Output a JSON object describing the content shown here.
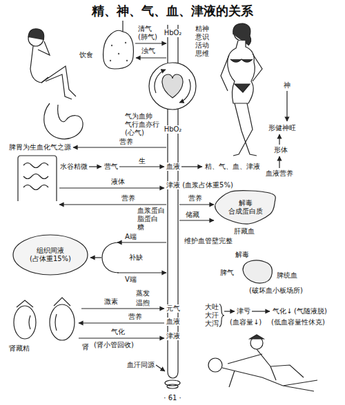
{
  "diagram": {
    "title": "精、神、气、血、津液的关系",
    "nodes": [
      {
        "text": [
          "解毒 合成蛋白质"
        ]
      },
      {
        "text": [
          "组织间液 (占体重15%)"
        ]
      }
    ],
    "labels": [
      "饮食",
      "清气 (肺气)",
      "HbO₂",
      "浊气",
      "精神 意识 活动 思维",
      "神",
      "气为血帅 气行血亦行 (心气)",
      "HbO₂",
      "形健神旺",
      "营养",
      "脾胃为生血化气之源",
      "形体",
      "水谷精微",
      "营气",
      "生",
      "血液",
      "精、气、血、津液",
      "血液营养",
      "液体",
      "津液 (血浆占体重5%)",
      "营养",
      "营养",
      "血浆蛋白 脂蛋白 糖",
      "储藏",
      "肝藏血",
      "A端",
      "维护血管壁完整",
      "解毒",
      "补缺",
      "脾气",
      "脾统血",
      "V端",
      "(破坏血小板场所)",
      "蒸发",
      "激素",
      "温煦",
      "大吐 大汗 大泻",
      "元气",
      "津亏",
      "气化↓",
      "(气随液脱)",
      "营养",
      "血液",
      "(血容量↓)",
      "(低血容量性休克)",
      "气化",
      "津液",
      "(肾小管回收)",
      "肾",
      "肾藏精",
      "血汗同源",
      "· 61 ·"
    ]
  }
}
